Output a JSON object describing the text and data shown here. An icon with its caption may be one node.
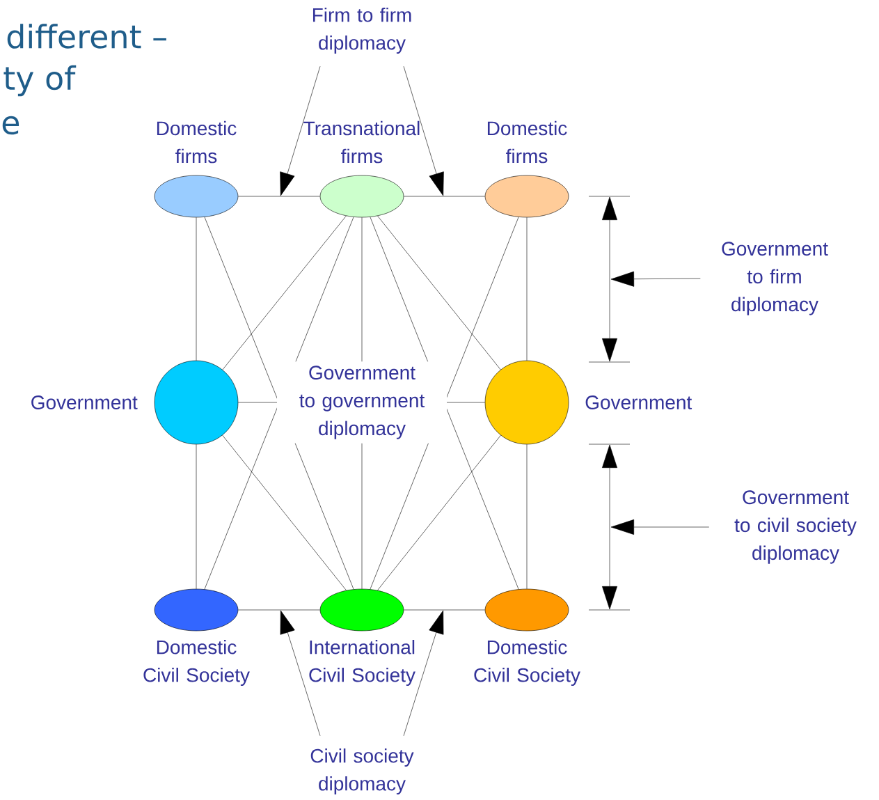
{
  "diagram": {
    "nodes": [
      {
        "text": [
          "Domestic firms"
        ]
      },
      {
        "text": [
          "Transnational firms"
        ]
      },
      {
        "text": [
          "Domestic firms"
        ]
      },
      {
        "text": [
          "Government"
        ]
      },
      {
        "text": [
          "Government"
        ]
      },
      {
        "text": [
          "Domestic Civil Society"
        ]
      },
      {
        "text": [
          "International Civil Society"
        ]
      },
      {
        "text": [
          "Domestic Civil Society"
        ]
      },
      {
        "text": [
          "Firm to firm diplomacy"
        ]
      },
      {
        "text": [
          "Government to firm diplomacy"
        ]
      },
      {
        "text": [
          "Government to civil society diplomacy"
        ]
      },
      {
        "text": [
          "Civil society diplomacy"
        ]
      }
    ],
    "edges": [
      {
        "from": 0,
        "to": 1,
        "arrow": "none"
      },
      {
        "from": 1,
        "to": 2,
        "arrow": "none"
      },
      {
        "from": 5,
        "to": 6,
        "arrow": "none"
      },
      {
        "from": 6,
        "to": 7,
        "arrow": "none"
      },
      {
        "from": 3,
        "to": 4,
        "arrow": "none",
        "label": "Government to government diplomacy"
      },
      {
        "from": 0,
        "to": 3,
        "arrow": "none"
      },
      {
        "from": 3,
        "to": 5,
        "arrow": "none"
      },
      {
        "from": 2,
        "to": 4,
        "arrow": "none"
      },
      {
        "from": 4,
        "to": 7,
        "arrow": "none"
      },
      {
        "from": 1,
        "to": 6,
        "arrow": "none"
      },
      {
        "from": 1,
        "to": 3,
        "arrow": "none"
      },
      {
        "from": 1,
        "to": 5,
        "arrow": "none"
      },
      {
        "from": 1,
        "to": 7,
        "arrow": "none"
      },
      {
        "from": 1,
        "to": 4,
        "arrow": "none"
      },
      {
        "from": 0,
        "to": 6,
        "arrow": "none"
      },
      {
        "from": 2,
        "to": 6,
        "arrow": "none"
      },
      {
        "from": 3,
        "to": 6,
        "arrow": "none"
      },
      {
        "from": 4,
        "to": 6,
        "arrow": "none"
      },
      {
        "from": 8,
        "to": null,
        "arrow": "to"
      },
      {
        "from": 8,
        "to": null,
        "arrow": "to"
      },
      {
        "from": 9,
        "to": null,
        "arrow": "to"
      },
      {
        "from": 10,
        "to": null,
        "arrow": "to"
      },
      {
        "from": 11,
        "to": null,
        "arrow": "to"
      },
      {
        "from": 11,
        "to": null,
        "arrow": "to"
      }
    ],
    "labels": [
      "different –",
      "ty of",
      "e"
    ]
  }
}
